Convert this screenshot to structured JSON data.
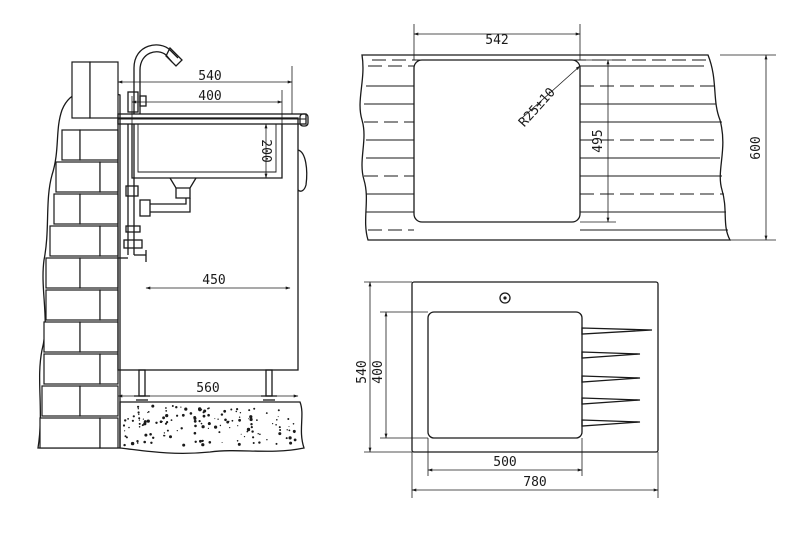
{
  "side_view": {
    "dim_overall_width": "540",
    "dim_bowl_width": "400",
    "dim_bowl_depth": "200",
    "dim_inner_height": "450",
    "dim_base_width": "560"
  },
  "countertop_view": {
    "dim_cutout_width": "542",
    "dim_corner_radius": "R25±10",
    "dim_cutout_depth": "495",
    "dim_counter_depth": "600"
  },
  "top_view": {
    "dim_outer_depth": "540",
    "dim_bowl_depth": "400",
    "dim_bowl_width": "500",
    "dim_overall_width": "780"
  }
}
